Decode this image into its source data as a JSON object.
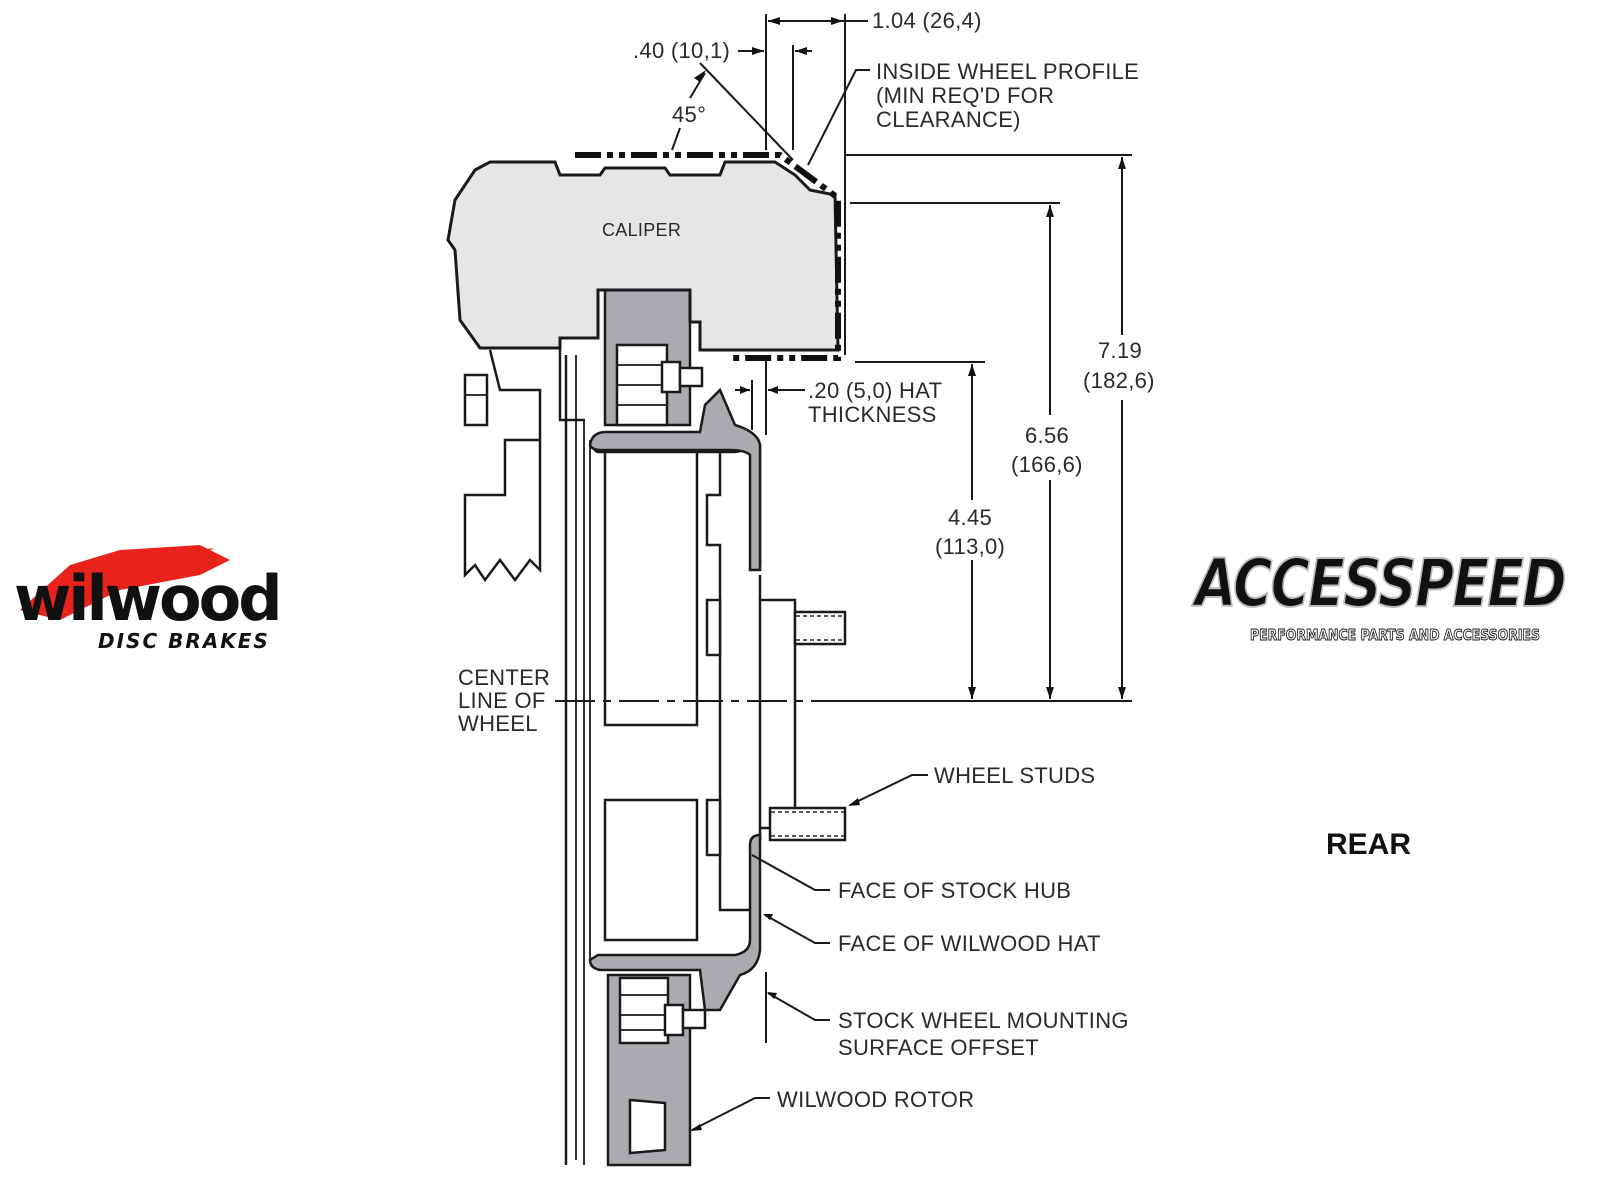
{
  "diagram": {
    "view_label": "REAR",
    "part_labels": {
      "caliper": "CALIPER",
      "inside_wheel_profile": [
        "INSIDE WHEEL PROFILE",
        "(MIN REQ'D FOR",
        "CLEARANCE)"
      ],
      "hat_thickness": [
        ".20 (5,0) HAT",
        "THICKNESS"
      ],
      "center_line": [
        "CENTER",
        "LINE OF",
        "WHEEL"
      ],
      "wheel_studs": "WHEEL STUDS",
      "face_stock_hub": "FACE OF STOCK HUB",
      "face_wilwood_hat": "FACE OF WILWOOD HAT",
      "stock_wheel_offset": [
        "STOCK WHEEL MOUNTING",
        "SURFACE OFFSET"
      ],
      "wilwood_rotor": "WILWOOD ROTOR"
    },
    "dimensions": {
      "width_1": "1.04 (26,4)",
      "width_2": ".40 (10,1)",
      "angle": "45°",
      "height_1": {
        "value": "7.19",
        "metric": "(182,6)"
      },
      "height_2": {
        "value": "6.56",
        "metric": "(166,6)"
      },
      "height_3": {
        "value": "4.45",
        "metric": "(113,0)"
      }
    }
  },
  "logos": {
    "wilwood": {
      "name": "wilwood",
      "tagline": "DISC BRAKES",
      "accent": "#e8231c"
    },
    "accesspeed": {
      "name": "ACCESSPEED",
      "tagline": "PERFORMANCE PARTS AND ACCESSORIES"
    }
  }
}
